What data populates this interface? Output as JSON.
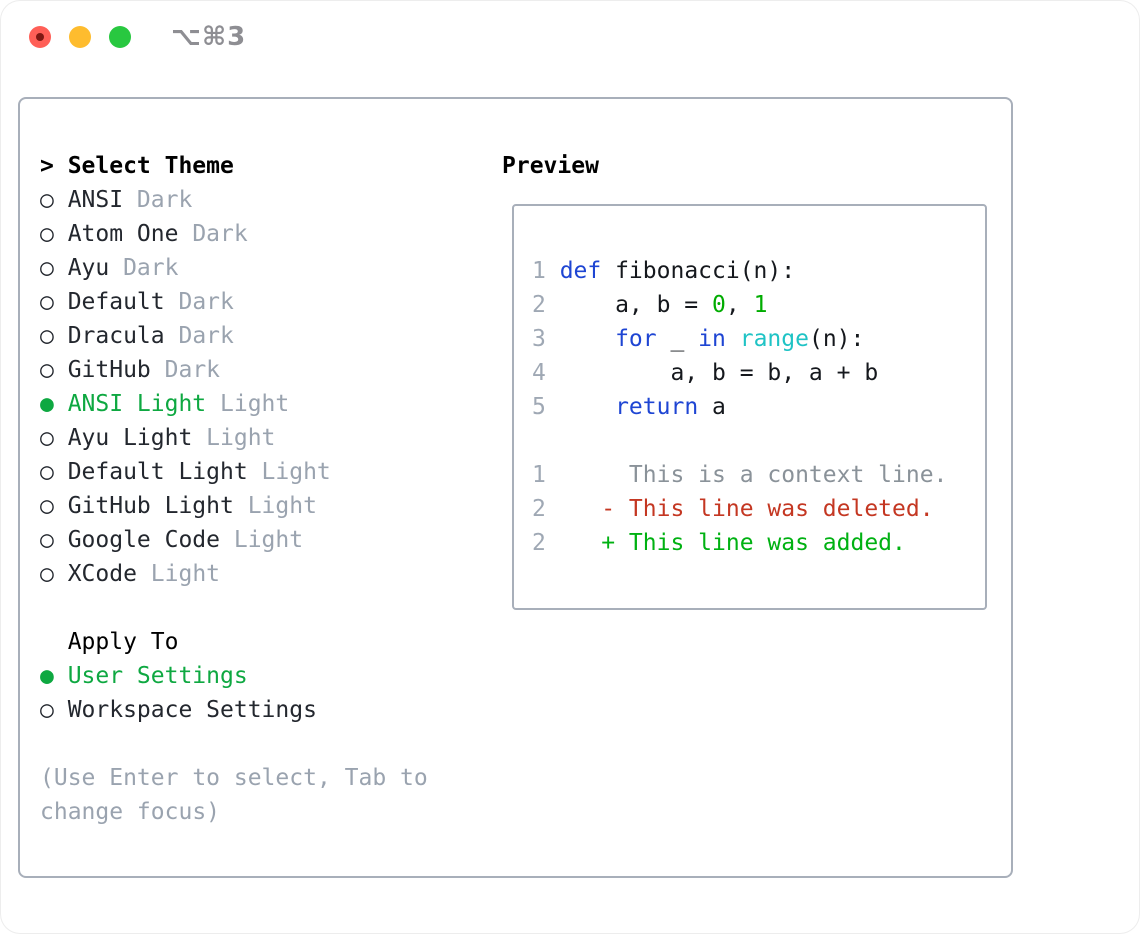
{
  "window": {
    "shortcut": "⌥⌘3"
  },
  "theme_select": {
    "title": "Select Theme",
    "prompt": ">",
    "radio_unselected": "○",
    "radio_selected": "●",
    "items": [
      {
        "name": "ANSI",
        "variant": "Dark",
        "selected": false
      },
      {
        "name": "Atom One",
        "variant": "Dark",
        "selected": false
      },
      {
        "name": "Ayu",
        "variant": "Dark",
        "selected": false
      },
      {
        "name": "Default",
        "variant": "Dark",
        "selected": false
      },
      {
        "name": "Dracula",
        "variant": "Dark",
        "selected": false
      },
      {
        "name": "GitHub",
        "variant": "Dark",
        "selected": false
      },
      {
        "name": "ANSI Light",
        "variant": "Light",
        "selected": true
      },
      {
        "name": "Ayu Light",
        "variant": "Light",
        "selected": false
      },
      {
        "name": "Default Light",
        "variant": "Light",
        "selected": false
      },
      {
        "name": "GitHub Light",
        "variant": "Light",
        "selected": false
      },
      {
        "name": "Google Code",
        "variant": "Light",
        "selected": false
      },
      {
        "name": "XCode",
        "variant": "Light",
        "selected": false
      }
    ]
  },
  "apply_to": {
    "title": "Apply To",
    "options": [
      {
        "label": "User Settings",
        "selected": true
      },
      {
        "label": "Workspace Settings",
        "selected": false
      }
    ]
  },
  "help_text": "(Use Enter to select, Tab to change focus)",
  "preview": {
    "title": "Preview",
    "lines": [
      {
        "num": "1",
        "segments": [
          {
            "t": "def",
            "c": "kw"
          },
          {
            "t": " fibonacci(n):",
            "c": "plain"
          }
        ]
      },
      {
        "num": "2",
        "segments": [
          {
            "t": "    a, b = ",
            "c": "plain"
          },
          {
            "t": "0",
            "c": "lit"
          },
          {
            "t": ", ",
            "c": "plain"
          },
          {
            "t": "1",
            "c": "lit"
          }
        ]
      },
      {
        "num": "3",
        "segments": [
          {
            "t": "    ",
            "c": "plain"
          },
          {
            "t": "for",
            "c": "kw"
          },
          {
            "t": " _ ",
            "c": "plain"
          },
          {
            "t": "in",
            "c": "kw"
          },
          {
            "t": " ",
            "c": "plain"
          },
          {
            "t": "range",
            "c": "fn"
          },
          {
            "t": "(n):",
            "c": "plain"
          }
        ]
      },
      {
        "num": "4",
        "segments": [
          {
            "t": "        a, b = b, a + b",
            "c": "plain"
          }
        ]
      },
      {
        "num": "5",
        "segments": [
          {
            "t": "    ",
            "c": "plain"
          },
          {
            "t": "return",
            "c": "kw"
          },
          {
            "t": " a",
            "c": "plain"
          }
        ]
      },
      {
        "num": "",
        "segments": []
      },
      {
        "num": "1",
        "segments": [
          {
            "t": "     This is a context line.",
            "c": "ctx"
          }
        ]
      },
      {
        "num": "2",
        "segments": [
          {
            "t": "   - This line was deleted.",
            "c": "del"
          }
        ]
      },
      {
        "num": "2",
        "segments": [
          {
            "t": "   + This line was added.",
            "c": "add"
          }
        ]
      }
    ]
  },
  "colors": {
    "accent_green": "#0ea841",
    "keyword_blue": "#1e45d3",
    "builtin_cyan": "#1fc3c5",
    "literal_green": "#00ac00",
    "added_green": "#00b112",
    "deleted_red": "#c43722",
    "text_dark": "#23272e",
    "muted_gray": "#9aa3af",
    "line_number_gray": "#9fa8b4",
    "context_gray": "#8a9299",
    "border_gray": "#a8afba",
    "traffic_red": "#ff5f57",
    "traffic_yellow": "#febc2e",
    "traffic_green": "#28c840",
    "shortcut_gray": "#8e8e93"
  }
}
